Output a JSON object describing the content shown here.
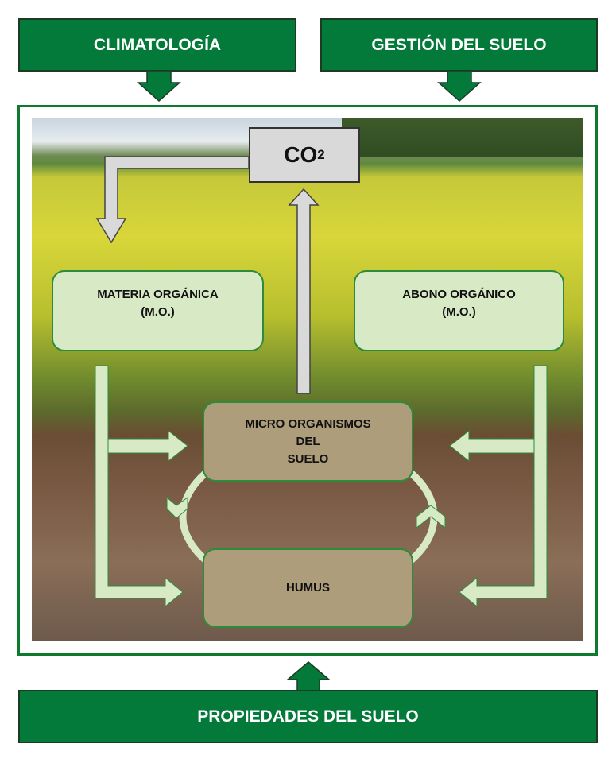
{
  "top_boxes": {
    "climatologia": "CLIMATOLOGÍA",
    "gestion": "GESTIÓN DEL SUELO"
  },
  "co2": {
    "main": "CO",
    "subscript": "2"
  },
  "materia": {
    "line1": "MATERIA ORGÁNICA",
    "line2": "(M.O.)"
  },
  "abono": {
    "line1": "ABONO ORGÁNICO",
    "line2": "(M.O.)"
  },
  "micro": {
    "line1": "MICRO ORGANISMOS",
    "line2": "DEL",
    "line3": "SUELO"
  },
  "humus": "HUMUS",
  "bottom_box": "PROPIEDADES DEL SUELO",
  "colors": {
    "dark_green": "#037a3a",
    "light_green": "#d8eac5",
    "tan": "#ad9d7a",
    "gray": "#d9d9d9"
  }
}
